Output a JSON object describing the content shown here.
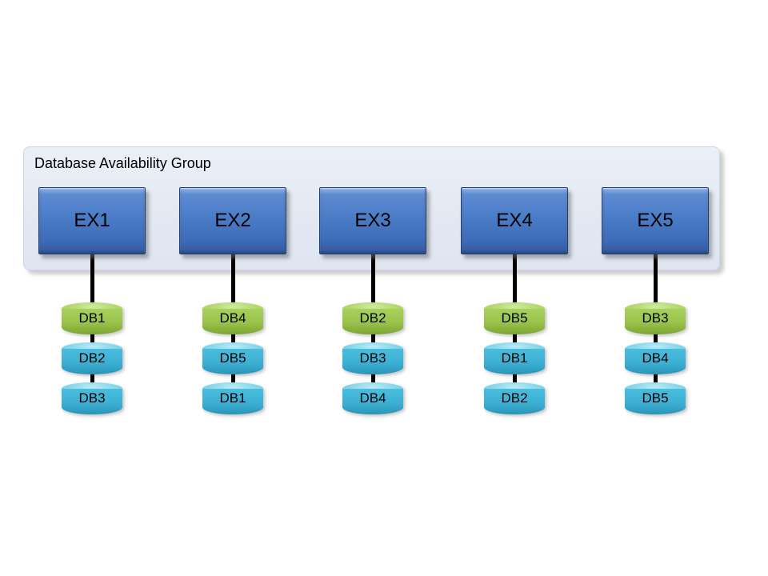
{
  "diagram": {
    "title": "Database Availability Group"
  },
  "colors": {
    "canvas_background": "#ffffff",
    "dag_fill": "#e3e9f3",
    "server_fill": "#4a7cc6",
    "active_database_green": "#98c249",
    "passive_database_cyan": "#3cb0d3",
    "connector": "#000000"
  },
  "servers": [
    {
      "label": "EX1",
      "databases": [
        {
          "label": "DB1",
          "type": "active"
        },
        {
          "label": "DB2",
          "type": "passive"
        },
        {
          "label": "DB3",
          "type": "passive"
        }
      ]
    },
    {
      "label": "EX2",
      "databases": [
        {
          "label": "DB4",
          "type": "active"
        },
        {
          "label": "DB5",
          "type": "passive"
        },
        {
          "label": "DB1",
          "type": "passive"
        }
      ]
    },
    {
      "label": "EX3",
      "databases": [
        {
          "label": "DB2",
          "type": "active"
        },
        {
          "label": "DB3",
          "type": "passive"
        },
        {
          "label": "DB4",
          "type": "passive"
        }
      ]
    },
    {
      "label": "EX4",
      "databases": [
        {
          "label": "DB5",
          "type": "active"
        },
        {
          "label": "DB1",
          "type": "passive"
        },
        {
          "label": "DB2",
          "type": "passive"
        }
      ]
    },
    {
      "label": "EX5",
      "databases": [
        {
          "label": "DB3",
          "type": "active"
        },
        {
          "label": "DB4",
          "type": "passive"
        },
        {
          "label": "DB5",
          "type": "passive"
        }
      ]
    }
  ]
}
